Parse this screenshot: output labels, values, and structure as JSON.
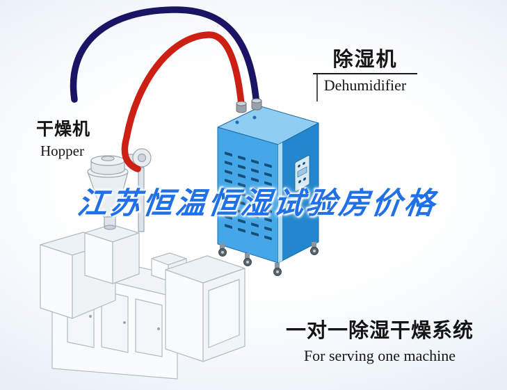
{
  "labels": {
    "dehumidifier": {
      "zh": "除湿机",
      "en": "Dehumidifier"
    },
    "dryer": {
      "zh": "干燥机",
      "en": "Hopper"
    },
    "system": {
      "zh": "一对一除湿干燥系统",
      "en": "For serving one machine"
    }
  },
  "watermark": {
    "text": "江苏恒温恒湿试验房价格",
    "color": "#2070e8"
  },
  "colors": {
    "dehu_top": "#8fcdf2",
    "dehu_front": "#45a7e8",
    "dehu_side": "#2387cd",
    "dehu_vent": "#174f7c",
    "pipe_dark": "#1b1464",
    "pipe_red": "#cc2014",
    "label_line": "#1a1a1a"
  }
}
